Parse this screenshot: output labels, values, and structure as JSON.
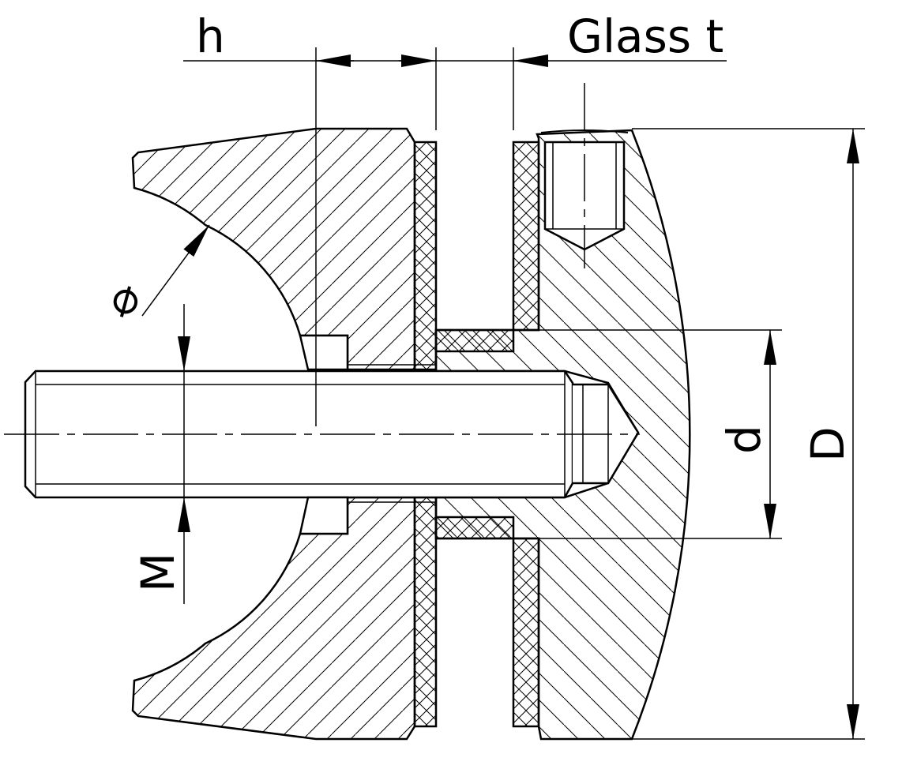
{
  "labels": {
    "h": "h",
    "glass_t": "Glass t",
    "diameter": "⌀",
    "d": "d",
    "D": "D",
    "M": "M"
  },
  "colors": {
    "line": "#000000",
    "background": "#ffffff"
  }
}
